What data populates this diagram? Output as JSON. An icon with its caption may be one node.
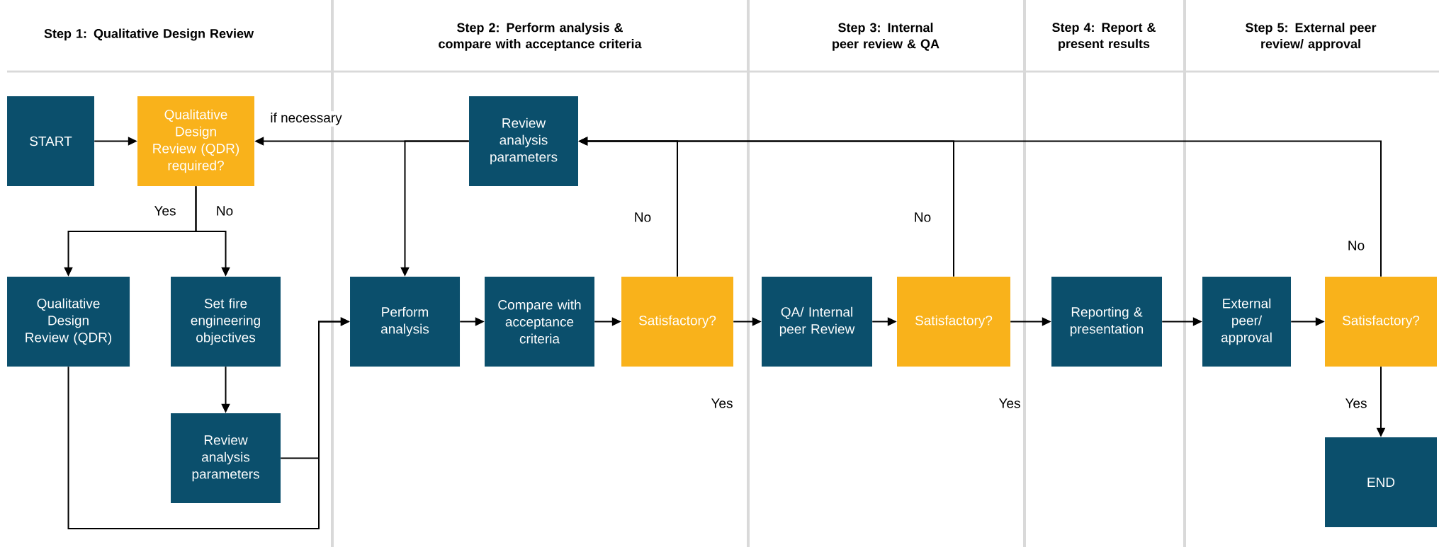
{
  "diagram": {
    "nodes": [
      {
        "text": [
          "START"
        ]
      },
      {
        "text": [
          "Qualitative Design Review (QDR) required?"
        ]
      },
      {
        "text": [
          "Review analysis parameters"
        ]
      },
      {
        "text": [
          "Qualitative Design Review (QDR)"
        ]
      },
      {
        "text": [
          "Set fire engineering objectives"
        ]
      },
      {
        "text": [
          "Review analysis parameters"
        ]
      },
      {
        "text": [
          "Perform analysis"
        ]
      },
      {
        "text": [
          "Compare with acceptance criteria"
        ]
      },
      {
        "text": [
          "Satisfactory?"
        ]
      },
      {
        "text": [
          "QA/ Internal peer Review"
        ]
      },
      {
        "text": [
          "Satisfactory?"
        ]
      },
      {
        "text": [
          "Reporting & presentation"
        ]
      },
      {
        "text": [
          "External peer/ approval"
        ]
      },
      {
        "text": [
          "Satisfactory?"
        ]
      },
      {
        "text": [
          "END"
        ]
      }
    ],
    "edges": [
      {
        "from": 0,
        "to": 1,
        "arrow": "to"
      },
      {
        "from": 1,
        "to": 3,
        "arrow": "to",
        "label": "Yes"
      },
      {
        "from": 1,
        "to": 4,
        "arrow": "to",
        "label": "No"
      },
      {
        "from": 4,
        "to": 5,
        "arrow": "to"
      },
      {
        "from": 3,
        "to": 6,
        "arrow": "to"
      },
      {
        "from": 5,
        "to": 6,
        "arrow": "to"
      },
      {
        "from": 6,
        "to": 7,
        "arrow": "to"
      },
      {
        "from": 7,
        "to": 8,
        "arrow": "to"
      },
      {
        "from": 8,
        "to": 9,
        "arrow": "to"
      },
      {
        "from": 9,
        "to": 10,
        "arrow": "to"
      },
      {
        "from": 10,
        "to": 11,
        "arrow": "to"
      },
      {
        "from": 11,
        "to": 12,
        "arrow": "to"
      },
      {
        "from": 12,
        "to": 13,
        "arrow": "to"
      },
      {
        "from": 13,
        "to": 14,
        "arrow": "to",
        "label": "Yes"
      },
      {
        "from": 8,
        "to": 2,
        "arrow": "to",
        "label": "No"
      },
      {
        "from": 10,
        "to": 2,
        "arrow": "to",
        "label": "No"
      },
      {
        "from": 13,
        "to": 2,
        "arrow": "to",
        "label": "No"
      },
      {
        "from": 2,
        "to": 1,
        "arrow": "to",
        "label": "if necessary"
      },
      {
        "from": 2,
        "to": 6,
        "arrow": "to"
      }
    ],
    "labels": [
      "Step 1: Qualitative Design Review",
      "Step 2: Perform analysis & compare with acceptance criteria",
      "Step 3: Internal peer review & QA",
      "Step 4: Report & present results",
      "Step 5: External peer review/ approval",
      "Yes",
      "Yes"
    ]
  }
}
